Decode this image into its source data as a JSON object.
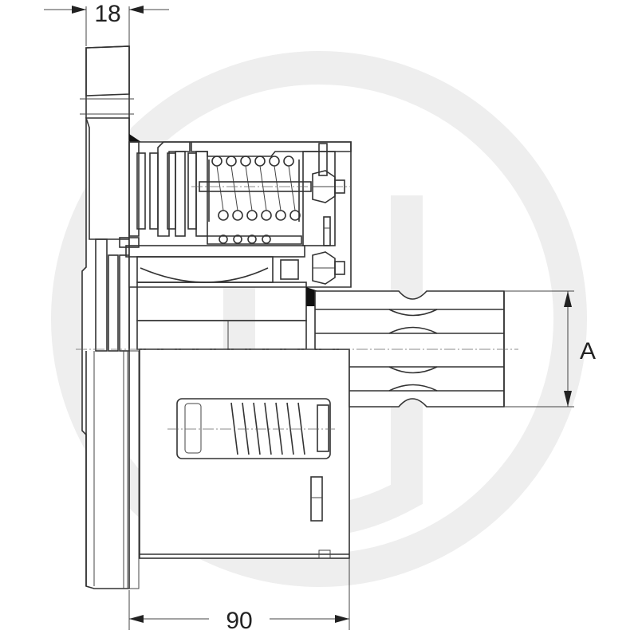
{
  "dimensions": {
    "top_width": "18",
    "bottom_width": "90",
    "shaft_diameter": "A"
  },
  "colors": {
    "line": "#333333",
    "watermark": "#eeeeee",
    "background": "#ffffff"
  }
}
